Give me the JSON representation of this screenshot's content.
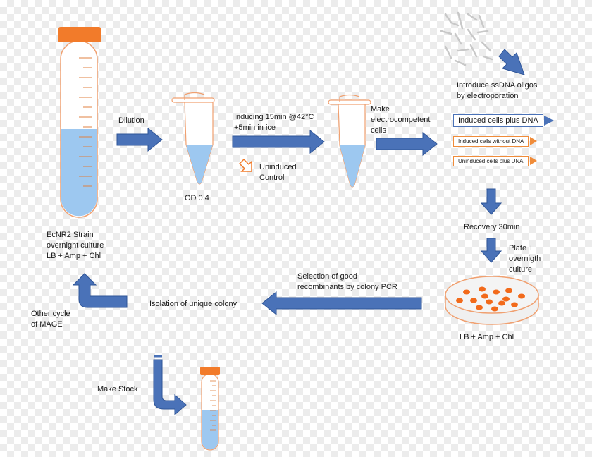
{
  "labels": {
    "dilution": "Dilution",
    "od": "OD 0.4",
    "inducing_line1": "Inducing 15min @42°C",
    "inducing_line2": "+5min in ice",
    "uninduced_line1": "Uninduced",
    "uninduced_line2": "Control",
    "make_electro_line1": "Make",
    "make_electro_line2": "electrocompetent",
    "make_electro_line3": "cells",
    "introduce_line1": "Introduce ssDNA oligos",
    "introduce_line2": "by electroporation",
    "recovery": "Recovery 30min",
    "plate_line1": "Plate +",
    "plate_line2": "overnigth",
    "plate_line3": "culture",
    "plate_media": "LB + Amp + Chl",
    "selection_line1": "Selection of good",
    "selection_line2": "recombinants by colony PCR",
    "isolation": "Isolation of unique colony",
    "strain_line1": "EcNR2 Strain",
    "strain_line2": "overnight culture",
    "strain_line3": "LB + Amp + Chl",
    "other_cycle_line1": "Other cycle",
    "other_cycle_line2": "of MAGE",
    "make_stock": "Make Stock"
  },
  "boxes": {
    "induced": "Induced cells plus DNA",
    "induced_no_dna": "Induced cells without DNA",
    "uninduced_dna": "Uninduced cells plus DNA"
  },
  "colors": {
    "arrow": "#4a72b8",
    "arrow_dark": "#2f5597",
    "cap": "#f27b2a",
    "liquid": "#9dc8f0",
    "tube_outline": "#f0a070",
    "colony": "#f26a1b",
    "plate": "#f0f0f0"
  }
}
